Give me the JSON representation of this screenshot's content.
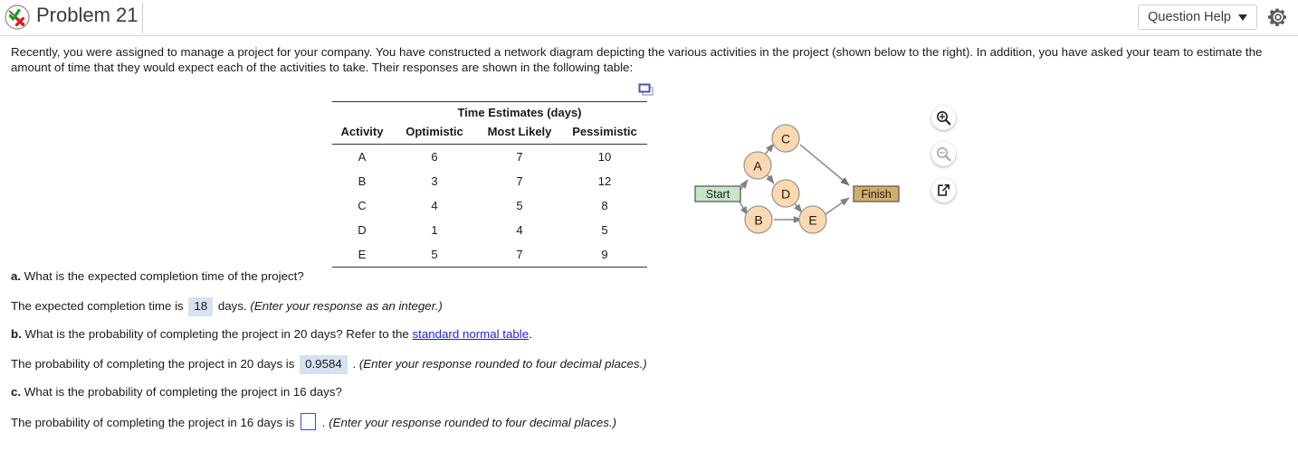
{
  "header": {
    "title": "Problem 21",
    "status_icon": "check-and-x-icon",
    "question_help_label": "Question Help",
    "gear_icon": "gear-icon"
  },
  "intro": {
    "text": "Recently, you were assigned to manage a project for your company. You have constructed a network diagram depicting the various activities in the project (shown below to the right). In addition, you have asked your team to estimate the amount of time that they would expect each of the activities to take. Their responses are shown in the following table:"
  },
  "table": {
    "copy_icon": "copy-icon",
    "group_header": "Time Estimates (days)",
    "columns": [
      "Activity",
      "Optimistic",
      "Most Likely",
      "Pessimistic"
    ],
    "rows": [
      [
        "A",
        "6",
        "7",
        "10"
      ],
      [
        "B",
        "3",
        "7",
        "12"
      ],
      [
        "C",
        "4",
        "5",
        "8"
      ],
      [
        "D",
        "1",
        "4",
        "5"
      ],
      [
        "E",
        "5",
        "7",
        "9"
      ]
    ]
  },
  "diagram": {
    "start_label": "Start",
    "finish_label": "Finish",
    "nodes": [
      "C",
      "A",
      "D",
      "B",
      "E"
    ],
    "node_fill": "#fad9b0",
    "start_fill": "#c6e6c6",
    "finish_fill": "#d6ab6a",
    "edges": [
      "Start->A",
      "Start->B",
      "A->C",
      "A->D",
      "B->E",
      "D->E",
      "C->Finish",
      "E->Finish"
    ]
  },
  "zoom_controls": {
    "zoom_in": "zoom-in-icon",
    "zoom_out": "zoom-out-icon",
    "popout": "popout-icon"
  },
  "questions": {
    "a": {
      "label": "a.",
      "prompt": "What is the expected completion time of the project?",
      "answer_prefix": "The expected completion time is",
      "answer_value": "18",
      "answer_suffix": "days.",
      "hint": "(Enter your response as an integer.)"
    },
    "b": {
      "label": "b.",
      "prompt_pre": "What is the probability of completing the project in 20 days? Refer to the",
      "link_text": "standard normal table",
      "prompt_post": ".",
      "answer_prefix": "The probability of completing the project in 20 days is",
      "answer_value": "0.9584",
      "answer_suffix": ".",
      "hint": "(Enter your response rounded to four decimal places.)"
    },
    "c": {
      "label": "c.",
      "prompt": "What is the probability of completing the project in 16 days?",
      "answer_prefix": "The probability of completing the project in 16 days is",
      "answer_value": "",
      "answer_suffix": ".",
      "hint": "(Enter your response rounded to four decimal places.)"
    }
  }
}
